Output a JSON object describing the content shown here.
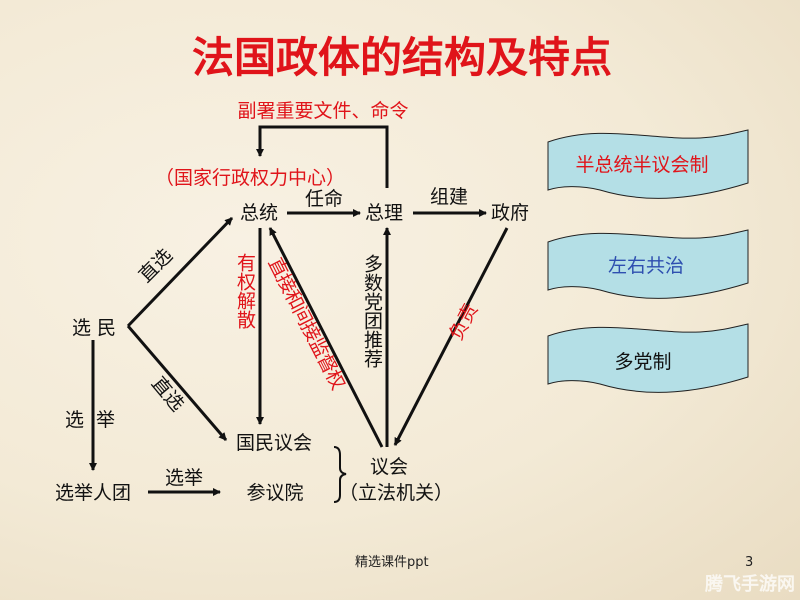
{
  "title": "法国政体的结构及特点",
  "diagram": {
    "countersign_label": "副署重要文件、命令",
    "president_note": "（国家行政权力中心）",
    "president": "总统",
    "appoint_label": "任命",
    "prime_minister": "总理",
    "form_label": "组建",
    "government": "政府",
    "voters": "选 民",
    "direct_election_upper": "直选",
    "direct_election_lower": "直选",
    "elect_label_vertical": "选  举",
    "electoral_college": "选举人团",
    "elect_label": "选举",
    "senate": "参议院",
    "national_assembly": "国民议会",
    "parliament": "议会",
    "parliament_note": "（立法机关）",
    "dissolve_label": "有权解散",
    "supervise_label": "直接和间接监督权",
    "majority_label": "多数党团推荐",
    "responsible_label": "负责"
  },
  "features": [
    {
      "label": "半总统半议会制",
      "color": "#e0141a"
    },
    {
      "label": "左右共治",
      "color": "#2e4fb0"
    },
    {
      "label": "多党制",
      "color": "#111111"
    }
  ],
  "footer": {
    "text": "精选课件ppt",
    "page": "3"
  },
  "watermark": "腾飞手游网",
  "colors": {
    "title": "#e0141a",
    "banner_fill": "#b4dfe6",
    "background": "#f5ecd9"
  }
}
